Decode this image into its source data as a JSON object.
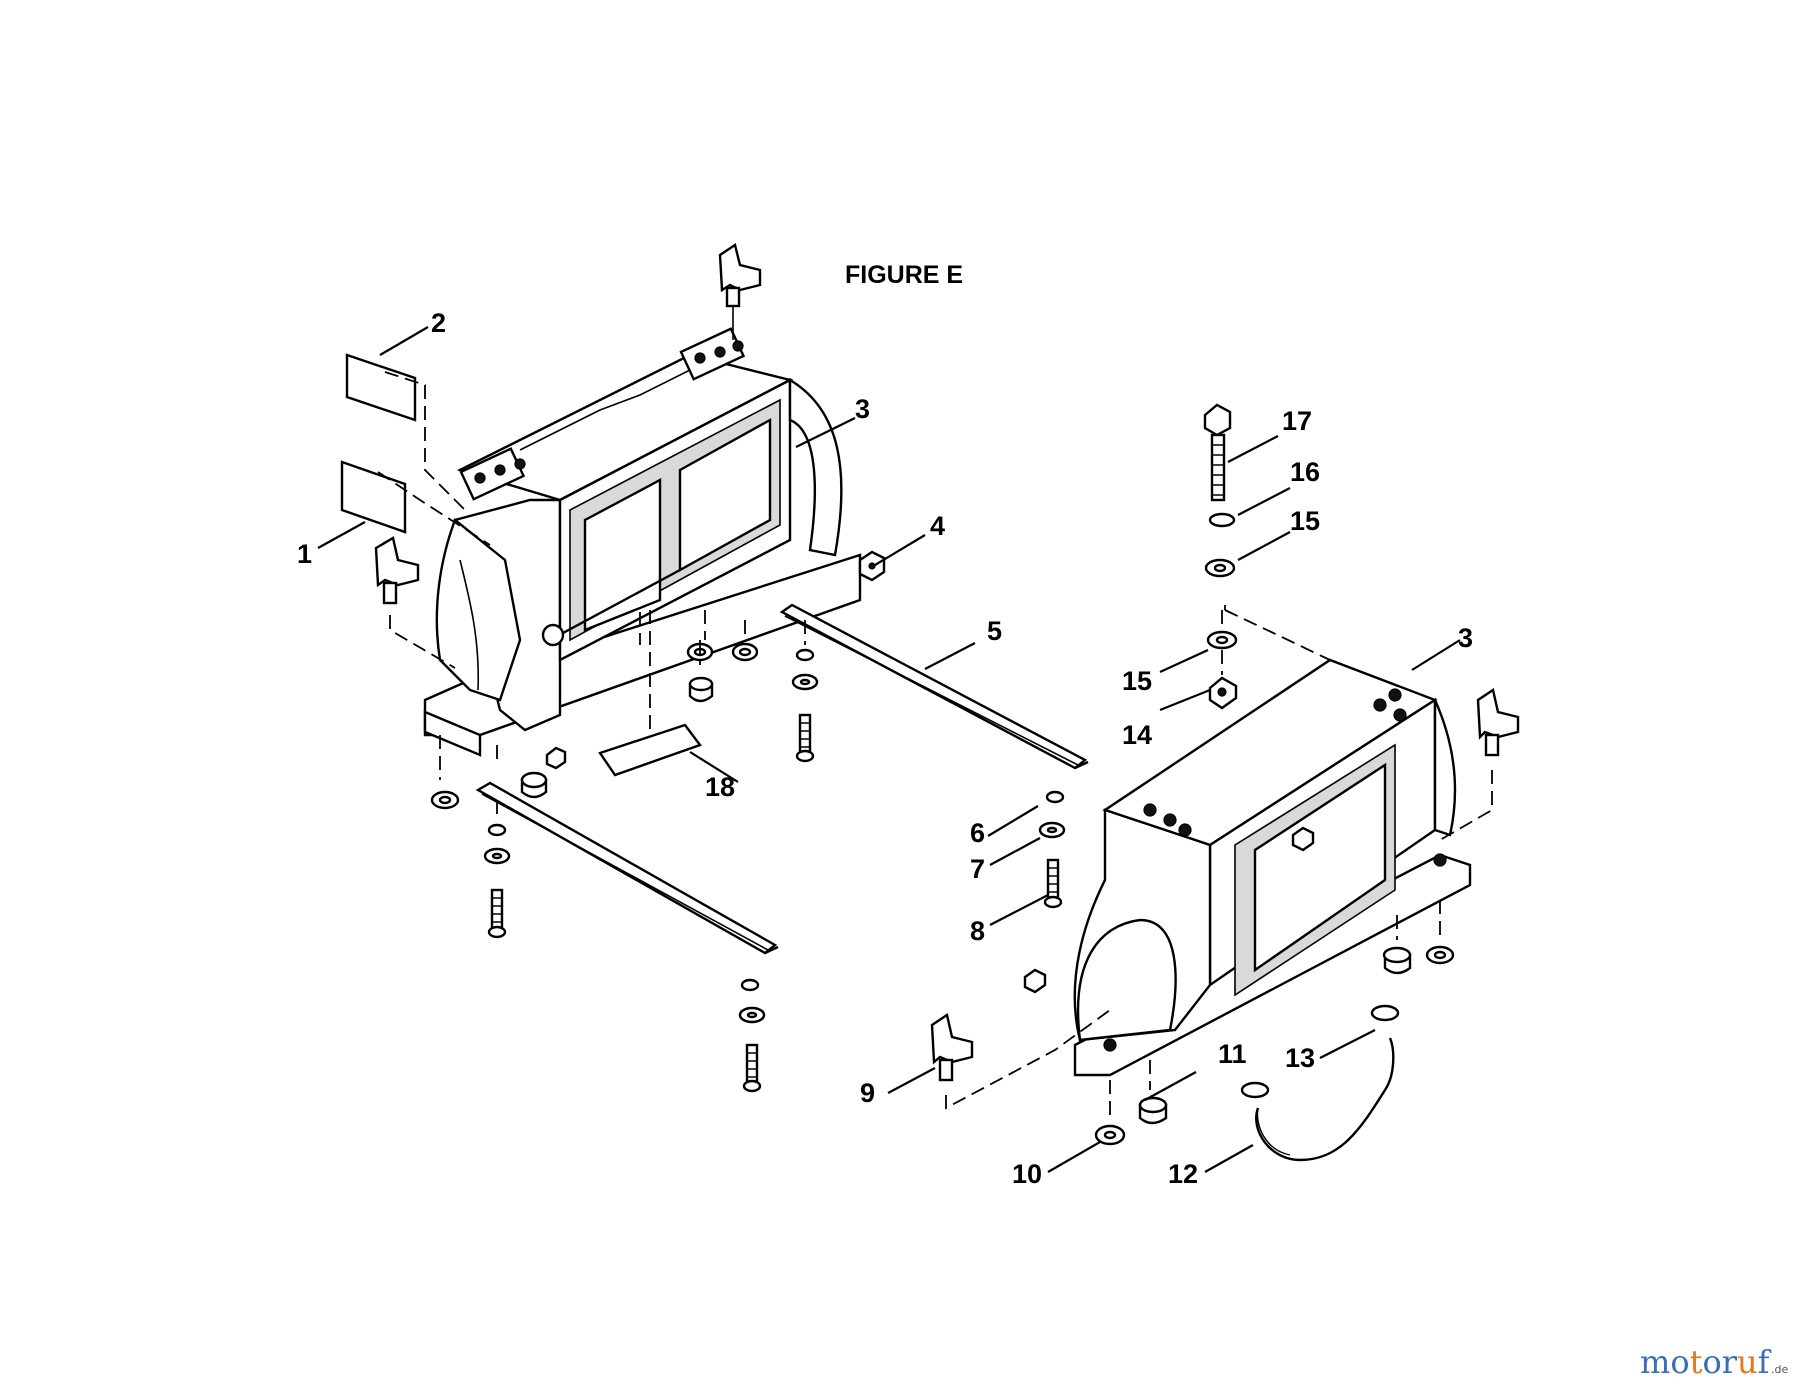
{
  "figure": {
    "title": "FIGURE E"
  },
  "callouts": [
    {
      "id": "c1",
      "text": "1"
    },
    {
      "id": "c2",
      "text": "2"
    },
    {
      "id": "c3a",
      "text": "3"
    },
    {
      "id": "c3b",
      "text": "3"
    },
    {
      "id": "c4",
      "text": "4"
    },
    {
      "id": "c5",
      "text": "5"
    },
    {
      "id": "c6",
      "text": "6"
    },
    {
      "id": "c7",
      "text": "7"
    },
    {
      "id": "c8",
      "text": "8"
    },
    {
      "id": "c9",
      "text": "9"
    },
    {
      "id": "c10",
      "text": "10"
    },
    {
      "id": "c11",
      "text": "11"
    },
    {
      "id": "c12",
      "text": "12"
    },
    {
      "id": "c13",
      "text": "13"
    },
    {
      "id": "c14",
      "text": "14"
    },
    {
      "id": "c15a",
      "text": "15"
    },
    {
      "id": "c15b",
      "text": "15"
    },
    {
      "id": "c16",
      "text": "16"
    },
    {
      "id": "c17",
      "text": "17"
    },
    {
      "id": "c18",
      "text": "18"
    }
  ],
  "watermark": {
    "letters": [
      "m",
      "o",
      "t",
      "o",
      "r",
      "u",
      "f"
    ],
    "letter_colors": [
      "#3b6fb5",
      "#3b6fb5",
      "#e07a1f",
      "#3b6fb5",
      "#3b6fb5",
      "#e07a1f",
      "#3b6fb5"
    ],
    "suffix": ".de"
  }
}
